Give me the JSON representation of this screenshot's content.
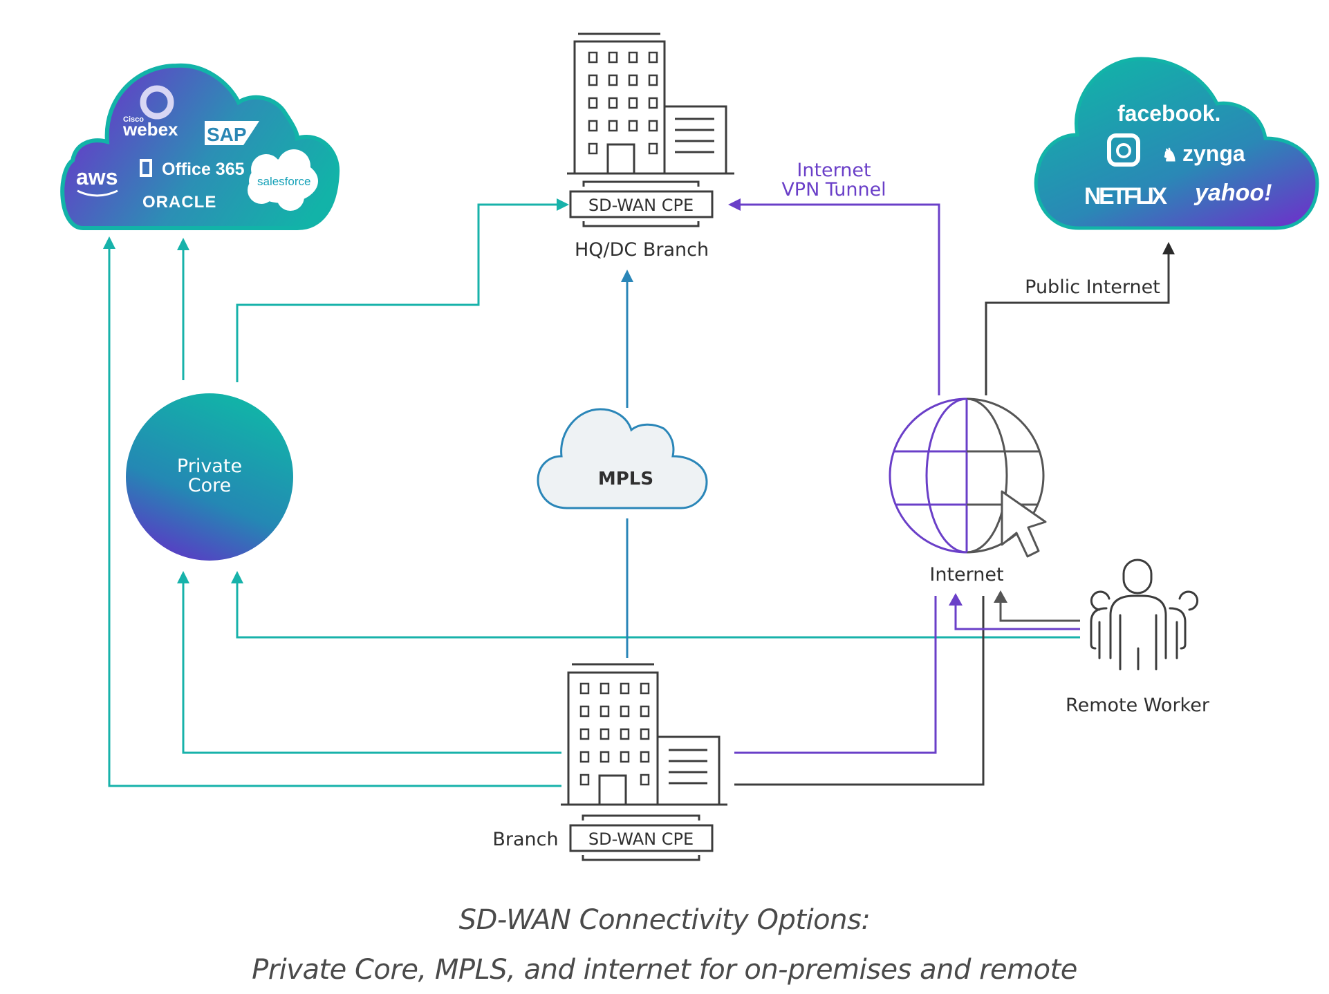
{
  "title": "SD-WAN Connectivity Options",
  "colors": {
    "teal": "#17b2aa",
    "purple": "#6a3fc8",
    "dark": "#3c3c3c",
    "mpls_blue": "#2a86b8",
    "cloud_grad_start": "#6a35c9",
    "cloud_grad_end": "#12b3a8",
    "mpls_fill": "#eef2f4"
  },
  "saas_cloud": {
    "logos": [
      "Cisco webex",
      "SAP",
      "aws",
      "Office 365",
      "salesforce",
      "ORACLE"
    ],
    "webex_small": "Cisco",
    "webex": "webex",
    "sap": "SAP",
    "aws": "aws",
    "office365": "Office 365",
    "salesforce": "salesforce",
    "oracle": "ORACLE"
  },
  "internet_cloud": {
    "facebook": "facebook.",
    "zynga": "zynga",
    "netflix": "NETFLIX",
    "yahoo": "yahoo!"
  },
  "nodes": {
    "hq": {
      "label": "HQ/DC Branch",
      "cpe": "SD-WAN CPE"
    },
    "branch": {
      "label": "Branch",
      "cpe": "SD-WAN CPE"
    },
    "private_core": {
      "line1": "Private",
      "line2": "Core"
    },
    "mpls": {
      "label": "MPLS"
    },
    "internet": {
      "label": "Internet"
    },
    "remote_worker": {
      "label": "Remote Worker"
    }
  },
  "links": {
    "vpn_line1": "Internet",
    "vpn_line2": "VPN Tunnel",
    "public_internet": "Public Internet"
  },
  "caption": {
    "line1": "SD-WAN Connectivity Options:",
    "line2": "Private Core, MPLS, and internet for on-premises and remote"
  }
}
